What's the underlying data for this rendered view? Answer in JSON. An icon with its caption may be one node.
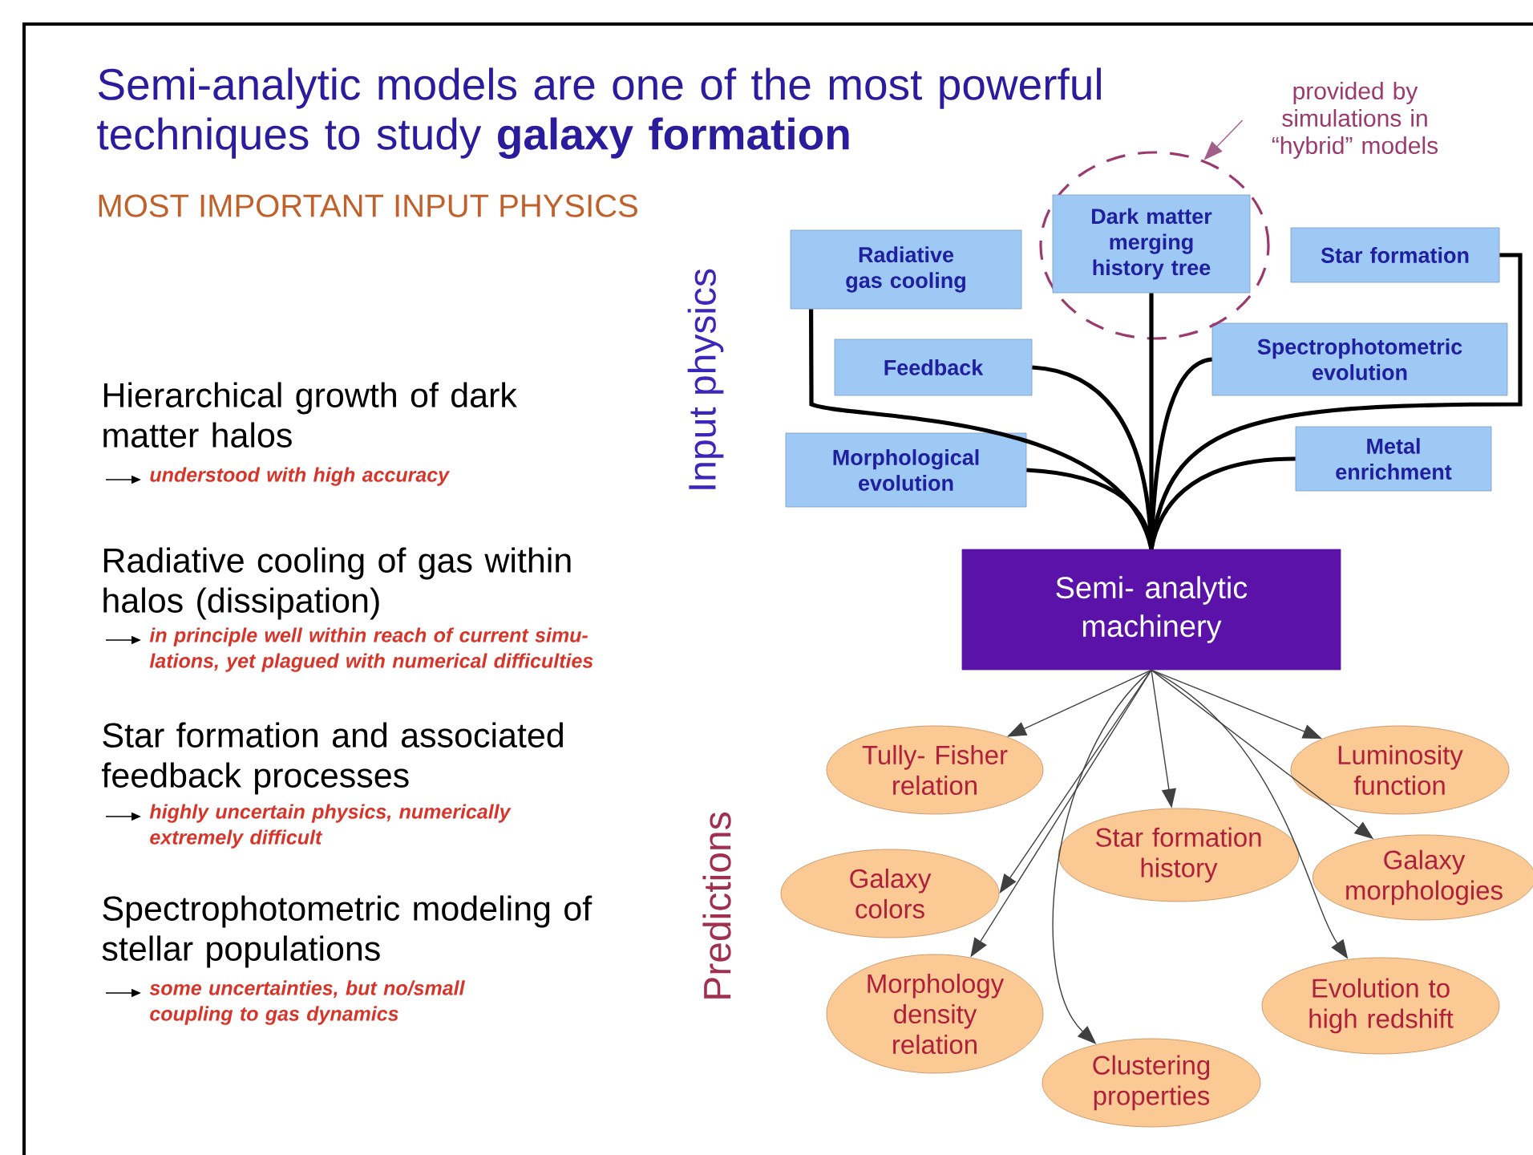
{
  "diagram": {
    "title": "Semi-analytic models are one of the most powerful techniques to study **galaxy formation**",
    "nodes": [
      {
        "text": [
          "Radiative gas cooling"
        ]
      },
      {
        "text": [
          "Dark matter merging history tree"
        ],
        "in": 16
      },
      {
        "text": [
          "Star formation"
        ]
      },
      {
        "text": [
          "Feedback"
        ]
      },
      {
        "text": [
          "Spectrophotometric evolution"
        ]
      },
      {
        "text": [
          "Morphological evolution"
        ]
      },
      {
        "text": [
          "Metal enrichment"
        ]
      },
      {
        "text": [
          "Semi- analytic machinery"
        ]
      },
      {
        "text": [
          "Tully- Fisher relation"
        ]
      },
      {
        "text": [
          "Luminosity function"
        ]
      },
      {
        "text": [
          "Star formation history"
        ]
      },
      {
        "text": [
          "Galaxy colors"
        ]
      },
      {
        "text": [
          "Galaxy morphologies"
        ]
      },
      {
        "text": [
          "Morphology density relation"
        ]
      },
      {
        "text": [
          "Evolution to high redshift"
        ]
      },
      {
        "text": [
          "Clustering properties"
        ]
      },
      {
        "text": [],
        "shape": "circle"
      },
      {
        "text": [
          "provided by simulations in “hybrid” models"
        ]
      }
    ],
    "edges": [
      {
        "from": 0,
        "to": 7,
        "arrow": "none",
        "style": "thick"
      },
      {
        "from": 1,
        "to": 7,
        "arrow": "none",
        "style": "thick"
      },
      {
        "from": 2,
        "to": 7,
        "arrow": "none",
        "style": "thick"
      },
      {
        "from": 3,
        "to": 7,
        "arrow": "none",
        "style": "thick"
      },
      {
        "from": 4,
        "to": 7,
        "arrow": "none",
        "style": "thick"
      },
      {
        "from": 5,
        "to": 7,
        "arrow": "none",
        "style": "thick"
      },
      {
        "from": 6,
        "to": 7,
        "arrow": "none",
        "style": "thick"
      },
      {
        "from": 7,
        "to": 8,
        "arrow": "to"
      },
      {
        "from": 7,
        "to": 9,
        "arrow": "to"
      },
      {
        "from": 7,
        "to": 10,
        "arrow": "to"
      },
      {
        "from": 7,
        "to": 11,
        "arrow": "to"
      },
      {
        "from": 7,
        "to": 12,
        "arrow": "to"
      },
      {
        "from": 7,
        "to": 13,
        "arrow": "to"
      },
      {
        "from": 7,
        "to": 14,
        "arrow": "to"
      },
      {
        "from": 7,
        "to": 15,
        "arrow": "to"
      },
      {
        "from": 17,
        "to": 16,
        "arrow": "to",
        "color": "#a0608a"
      }
    ],
    "labels": [
      "MOST IMPORTANT INPUT PHYSICS",
      "Input physics",
      "Hierarchical growth of dark matter halos",
      "understood with high accuracy",
      "Radiative cooling of gas within halos (dissipation)",
      "in principle well within reach of current simu- lations, yet plagued with numerical difficulties",
      "Star formation and associated feedback processes",
      "highly uncertain physics, numerically extremely difficult",
      "Spectrophotometric modeling of stellar populations",
      "some uncertainties, but no/small coupling to gas dynamics",
      "Predictions"
    ]
  }
}
